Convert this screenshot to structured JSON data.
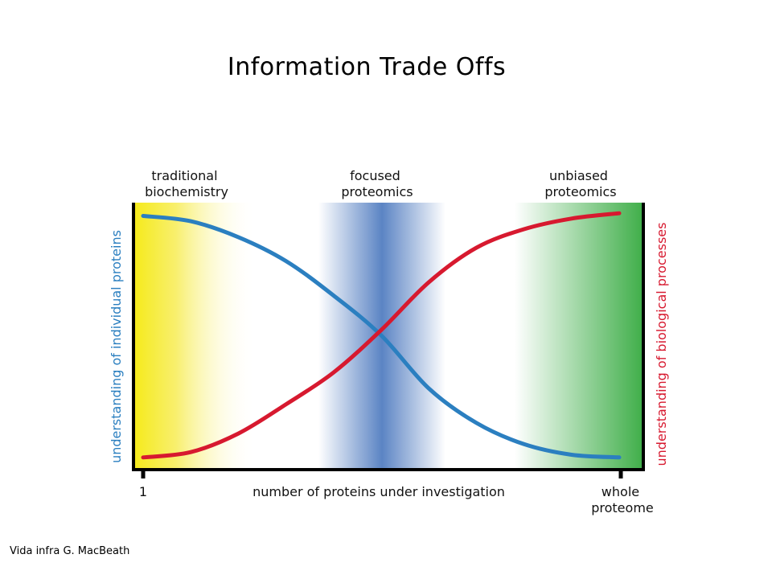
{
  "title": "Information Trade Offs",
  "credit": "Vida infra G. MacBeath",
  "chart_data": {
    "type": "line",
    "xlabel": "number of proteins under investigation",
    "x_ticks": [
      "1",
      "whole proteome"
    ],
    "ylabel_left": "understanding of individual proteins",
    "ylabel_right": "understanding of biological processes",
    "regions": [
      {
        "label": "traditional biochemistry",
        "color": "#f5ea1a"
      },
      {
        "label": "focused proteomics",
        "color": "#5b84c4"
      },
      {
        "label": "unbiased proteomics",
        "color": "#3fae49"
      }
    ],
    "series": [
      {
        "name": "understanding of individual proteins",
        "color": "#2b7fc0",
        "x": [
          0,
          0.1,
          0.2,
          0.3,
          0.4,
          0.5,
          0.6,
          0.7,
          0.8,
          0.9,
          1.0
        ],
        "y": [
          0.95,
          0.93,
          0.87,
          0.78,
          0.65,
          0.5,
          0.3,
          0.17,
          0.09,
          0.05,
          0.04
        ]
      },
      {
        "name": "understanding of biological processes",
        "color": "#d7192f",
        "x": [
          0,
          0.1,
          0.2,
          0.3,
          0.4,
          0.5,
          0.6,
          0.7,
          0.8,
          0.9,
          1.0
        ],
        "y": [
          0.04,
          0.06,
          0.13,
          0.24,
          0.36,
          0.52,
          0.7,
          0.83,
          0.9,
          0.94,
          0.96
        ]
      }
    ],
    "xlim": [
      0,
      1
    ],
    "ylim": [
      0,
      1
    ]
  }
}
